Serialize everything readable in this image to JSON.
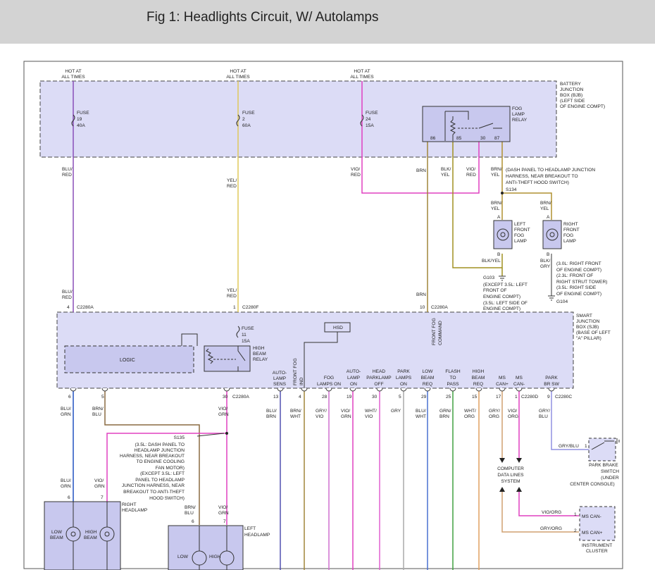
{
  "header": {
    "title": "Fig 1: Headlights Circuit, W/ Autolamps"
  },
  "diagram": {
    "hot_at_all_times": [
      "HOT AT",
      "ALL TIMES"
    ],
    "bjb": {
      "label": [
        "BATTERY",
        "JUNCTION",
        "BOX (BJB)",
        "(LEFT SIDE",
        "OF ENGINE COMPT)"
      ],
      "fuse19": [
        "FUSE",
        "19",
        "40A"
      ],
      "fuse2": [
        "FUSE",
        "2",
        "60A"
      ],
      "fuse24": [
        "FUSE",
        "24",
        "15A"
      ],
      "fog_relay": [
        "FOG",
        "LAMP",
        "RELAY"
      ],
      "relay_pins": [
        "86",
        "85",
        "30",
        "87"
      ]
    },
    "wires_upper": {
      "blu_red": [
        "BLU/",
        "RED"
      ],
      "yel_red": [
        "YEL/",
        "RED"
      ],
      "vio_red": [
        "VIO/",
        "RED"
      ],
      "brn": "BRN",
      "blk_yel": [
        "BLK/",
        "YEL"
      ],
      "vio_red2": [
        "VIO/",
        "RED"
      ],
      "brn_yel": [
        "BRN/",
        "YEL"
      ],
      "splice_note": [
        "(DASH PANEL TO HEADLAMP JUNCTION",
        "HARNESS, NEAR BREAKOUT TO",
        "ANTI-THEFT HOOD SWITCH)"
      ],
      "s134": "S134"
    },
    "fog_lamps": {
      "left_wire": [
        "BRN/",
        "YEL"
      ],
      "right_wire": [
        "BRN/",
        "YEL"
      ],
      "pin_a": "A",
      "pin_b": "B",
      "left": [
        "LEFT",
        "FRONT",
        "FOG",
        "LAMP"
      ],
      "right": [
        "RIGHT",
        "FRONT",
        "FOG",
        "LAMP"
      ],
      "left_gnd_wire": "BLK/YEL",
      "right_gnd_wire": [
        "BLK/",
        "GRY"
      ],
      "g103": [
        "G103",
        "(EXCEPT 3.5L: LEFT",
        "FRONT OF",
        "ENGINE COMPT)",
        "(3.5L: LEFT SIDE OF",
        "ENGINE COMPT)"
      ],
      "g104": [
        "(3.0L: RIGHT FRONT",
        "OF ENGINE COMPT)",
        "(2.3L: FRONT OF",
        "RIGHT STRUT TOWER)",
        "(3.5L: RIGHT SIDE",
        "OF ENGINE COMPT)",
        "G104"
      ]
    },
    "sjb": {
      "label": [
        "SMART",
        "JUNCTION",
        "BOX (SJB)",
        "(BASE OF LEFT",
        "\"A\" PILLAR)"
      ],
      "c_top": [
        {
          "pin": "4",
          "conn": "C2280A"
        },
        {
          "pin": "1",
          "conn": "C2280F"
        },
        {
          "pin": "10",
          "conn": "C2280A"
        }
      ],
      "fuse11": [
        "FUSE",
        "11",
        "15A"
      ],
      "hsd": "HSD",
      "logic": "LOGIC",
      "hb_relay": [
        "HIGH",
        "BEAM",
        "RELAY"
      ],
      "front_fog": [
        "FRONT FOG",
        "COMMAND"
      ],
      "bottom_labels": [
        [
          "AUTO-",
          "LAMP",
          "SENS"
        ],
        [
          "FRONT FOG",
          "IND"
        ],
        [
          "FOG",
          "LAMPS ON"
        ],
        [
          "AUTO-",
          "LAMP",
          "ON"
        ],
        [
          "HEAD",
          "PARKLAMP",
          "OFF"
        ],
        [
          "PARK",
          "LAMPS",
          "ON"
        ],
        [
          "LOW",
          "BEAM",
          "REQ"
        ],
        [
          "FLASH",
          "TO",
          "PASS"
        ],
        [
          "HIGH",
          "BEAM",
          "REQ"
        ],
        [
          "MS",
          "CAN+"
        ],
        [
          "MS",
          "CAN-"
        ],
        [
          "PARK",
          "BR SW"
        ]
      ],
      "bottom_pins": [
        "6",
        "5",
        "30",
        "13",
        "4",
        "28",
        "19",
        "30",
        "5",
        "29",
        "25",
        "15",
        "17",
        "1",
        "9"
      ],
      "bottom_conns": [
        "C2280A",
        "C2280D",
        "C2280C"
      ]
    },
    "wires_lower": [
      [
        "BLU/",
        "GRN"
      ],
      [
        "BRN/",
        "BLU"
      ],
      [
        "VIO/",
        "GRN"
      ],
      [
        "BLU/",
        "BRN"
      ],
      [
        "BRN/",
        "WHT"
      ],
      [
        "GRY/",
        "VIO"
      ],
      [
        "VIO/",
        "GRN"
      ],
      [
        "WHT/",
        "VIO"
      ],
      "GRY",
      [
        "BLU/",
        "WHT"
      ],
      [
        "GRN/",
        "BRN"
      ],
      [
        "WHT/",
        "ORG"
      ],
      [
        "GRY/",
        "ORG"
      ],
      [
        "VIO/",
        "ORG"
      ],
      [
        "GRY/",
        "BLU"
      ]
    ],
    "s135": {
      "id": "S135",
      "note": [
        "(3.5L: DASH PANEL TO",
        "HEADLAMP JUNCTION",
        "HARNESS, NEAR BREAKOUT",
        "TO ENGINE COOLING",
        "FAN MOTOR)",
        "(EXCEPT 3.5L: LEFT",
        "PANEL TO HEADLAMP",
        "JUNCTION HARNESS, NEAR",
        "BREAKOUT TO ANTI-THEFT",
        "HOOD SWITCH)"
      ]
    },
    "right_headlamp": {
      "wires": [
        [
          "BLU/",
          "GRN"
        ],
        [
          "VIO/",
          "GRN"
        ]
      ],
      "pins": [
        "6",
        "7"
      ],
      "label": [
        "RIGHT",
        "HEADLAMP"
      ],
      "low": [
        "LOW",
        "BEAM"
      ],
      "high": [
        "HIGH",
        "BEAM"
      ]
    },
    "left_headlamp": {
      "wires": [
        [
          "BRN/",
          "BLU"
        ],
        [
          "VIO/",
          "GRN"
        ]
      ],
      "pins": [
        "6",
        "7"
      ],
      "label": [
        "LEFT",
        "HEADLAMP"
      ],
      "low": "LOW",
      "high": "HIGH"
    },
    "data_lines": [
      "COMPUTER",
      "DATA LINES",
      "SYSTEM"
    ],
    "cluster": {
      "wires": [
        "VIO/ORG",
        "GRY/ORG"
      ],
      "pins": [
        "1",
        "2"
      ],
      "ms_can_minus": "MS CAN-",
      "ms_can_plus": "MS CAN+",
      "label": [
        "INSTRUMENT",
        "CLUSTER"
      ]
    },
    "park_brake": {
      "wire": "GRY/BLU",
      "pin": "1",
      "label": [
        "PARK BRAKE",
        "SWITCH",
        "(UNDER",
        "CENTER CONSOLE)"
      ]
    }
  }
}
